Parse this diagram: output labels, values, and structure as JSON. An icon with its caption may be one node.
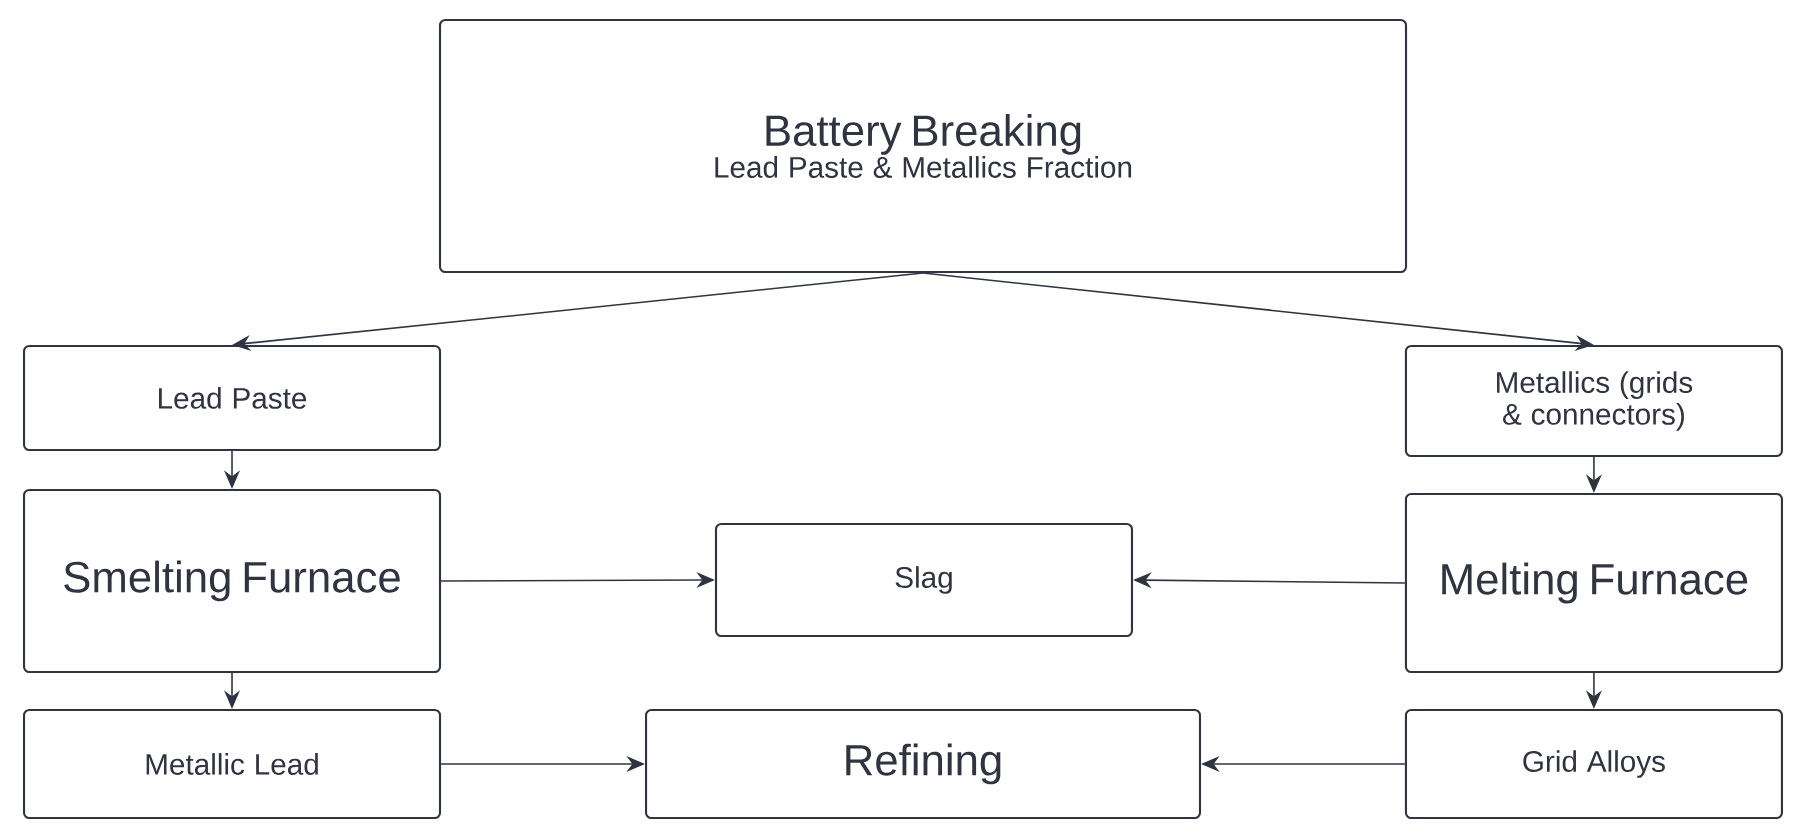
{
  "diagram": {
    "nodes": [
      {
        "text": [
          "Battery Breaking",
          "Lead Paste & Metallics Fraction"
        ]
      },
      {
        "text": [
          "Lead Paste"
        ]
      },
      {
        "text": [
          "Smelting Furnace"
        ]
      },
      {
        "text": [
          "Slag"
        ]
      },
      {
        "text": [
          "Metallics (grids & connectors)"
        ]
      },
      {
        "text": [
          "Melting Furnace"
        ]
      },
      {
        "text": [
          "Metallic Lead"
        ]
      },
      {
        "text": [
          "Refining"
        ]
      },
      {
        "text": [
          "Grid Alloys"
        ]
      }
    ],
    "edges": [
      {
        "from": 0,
        "to": 1,
        "arrow": "to"
      },
      {
        "from": 0,
        "to": 4,
        "arrow": "to"
      },
      {
        "from": 1,
        "to": 2,
        "arrow": "to"
      },
      {
        "from": 4,
        "to": 5,
        "arrow": "to"
      },
      {
        "from": 2,
        "to": 3,
        "arrow": "to"
      },
      {
        "from": 5,
        "to": 3,
        "arrow": "to"
      },
      {
        "from": 2,
        "to": 6,
        "arrow": "to"
      },
      {
        "from": 5,
        "to": 8,
        "arrow": "to"
      },
      {
        "from": 6,
        "to": 7,
        "arrow": "to"
      },
      {
        "from": 8,
        "to": 7,
        "arrow": "to"
      }
    ]
  }
}
